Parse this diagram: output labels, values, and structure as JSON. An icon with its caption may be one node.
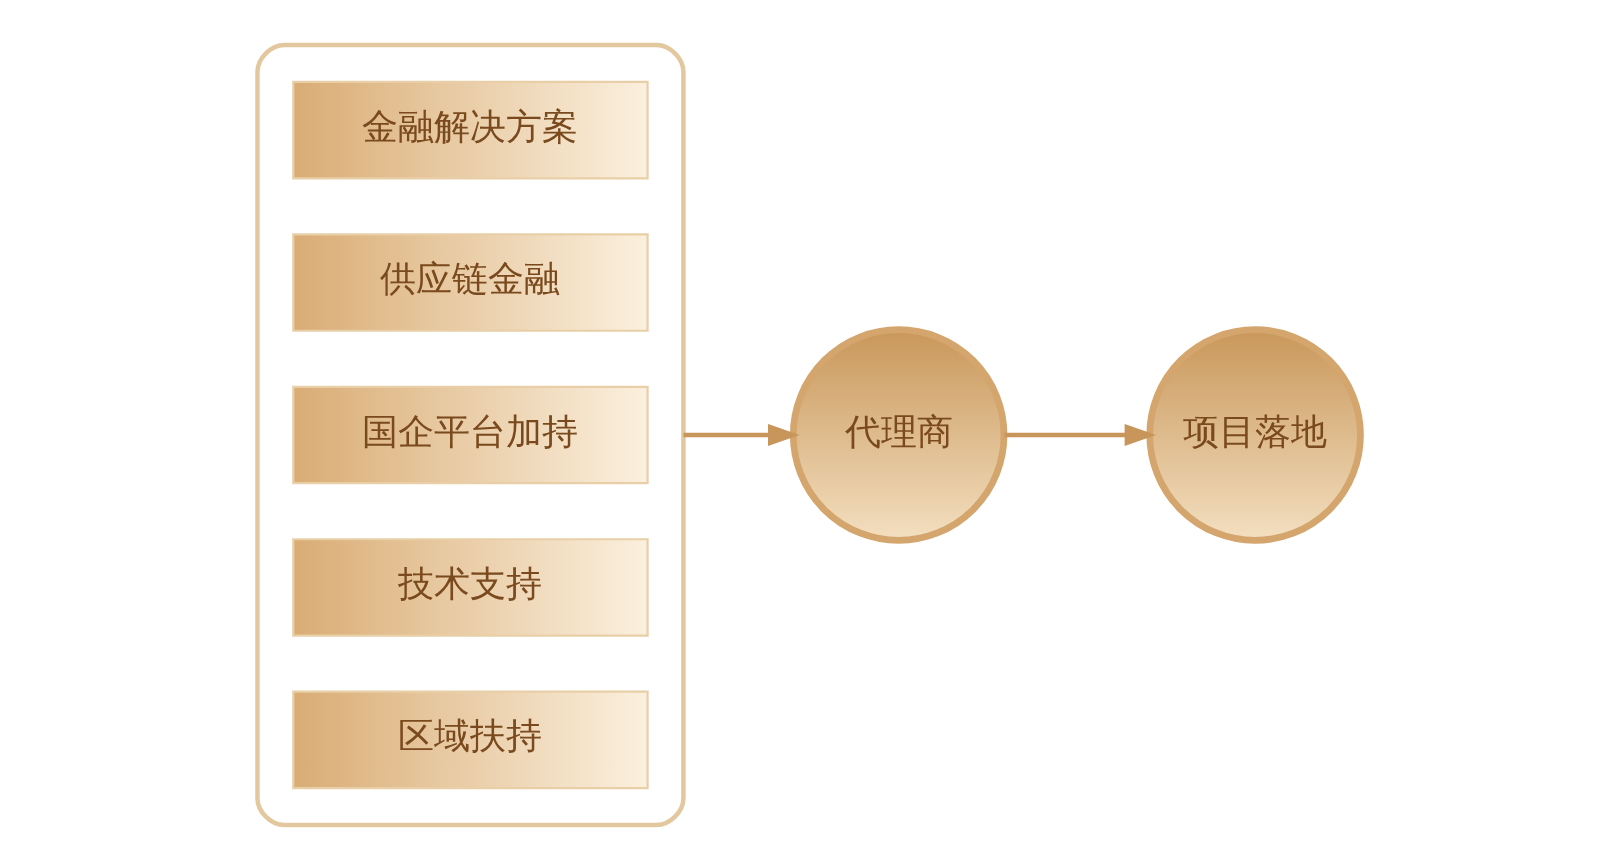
{
  "diagram": {
    "nodes": [
      {
        "text": [],
        "shape": "box"
      },
      {
        "text": [
          "金融解决方案"
        ],
        "in": 0
      },
      {
        "text": [
          "供应链金融"
        ],
        "in": 0
      },
      {
        "text": [
          "国企平台加持"
        ],
        "in": 0
      },
      {
        "text": [
          "技术支持"
        ],
        "in": 0
      },
      {
        "text": [
          "区域扶持"
        ],
        "in": 0
      },
      {
        "text": [
          "代理商"
        ]
      },
      {
        "text": [
          "项目落地"
        ]
      }
    ],
    "edges": [
      {
        "from": 0,
        "to": 6,
        "arrow": "to"
      },
      {
        "from": 6,
        "to": 7,
        "arrow": "to"
      }
    ]
  }
}
